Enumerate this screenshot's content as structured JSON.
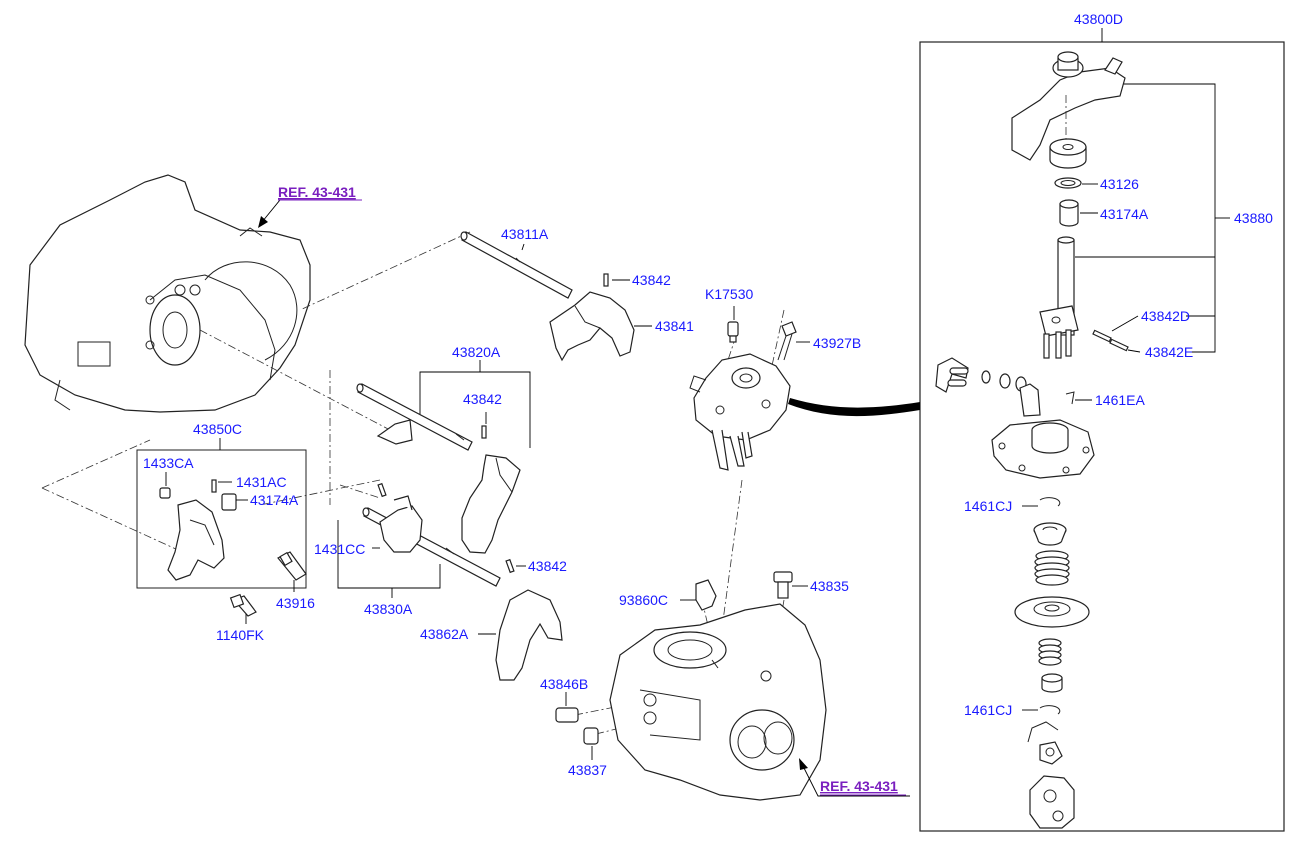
{
  "colors": {
    "label": "#1a1aff",
    "ref": "#7a1fbf",
    "line": "#222222"
  },
  "labels": {
    "p43800D": "43800D",
    "p43126": "43126",
    "p43174A_r": "43174A",
    "p43880": "43880",
    "p43842D": "43842D",
    "p43842E": "43842E",
    "p1461EA": "1461EA",
    "p1461CJ_a": "1461CJ",
    "p1461CJ_b": "1461CJ",
    "p43811A": "43811A",
    "p43842_a": "43842",
    "p43841": "43841",
    "pK17530": "K17530",
    "p43927B": "43927B",
    "p43820A": "43820A",
    "p43842_b": "43842",
    "p43850C": "43850C",
    "p1433CA": "1433CA",
    "p1431AC": "1431AC",
    "p43174A_l": "43174A",
    "p1431CC": "1431CC",
    "p43842_c": "43842",
    "p43830A": "43830A",
    "p43862A": "43862A",
    "p43916": "43916",
    "p1140FK": "1140FK",
    "p93860C": "93860C",
    "p43835": "43835",
    "p43846B": "43846B",
    "p43837": "43837"
  },
  "refs": {
    "ref_top": "REF. 43-431",
    "ref_bottom": "REF. 43-431"
  }
}
